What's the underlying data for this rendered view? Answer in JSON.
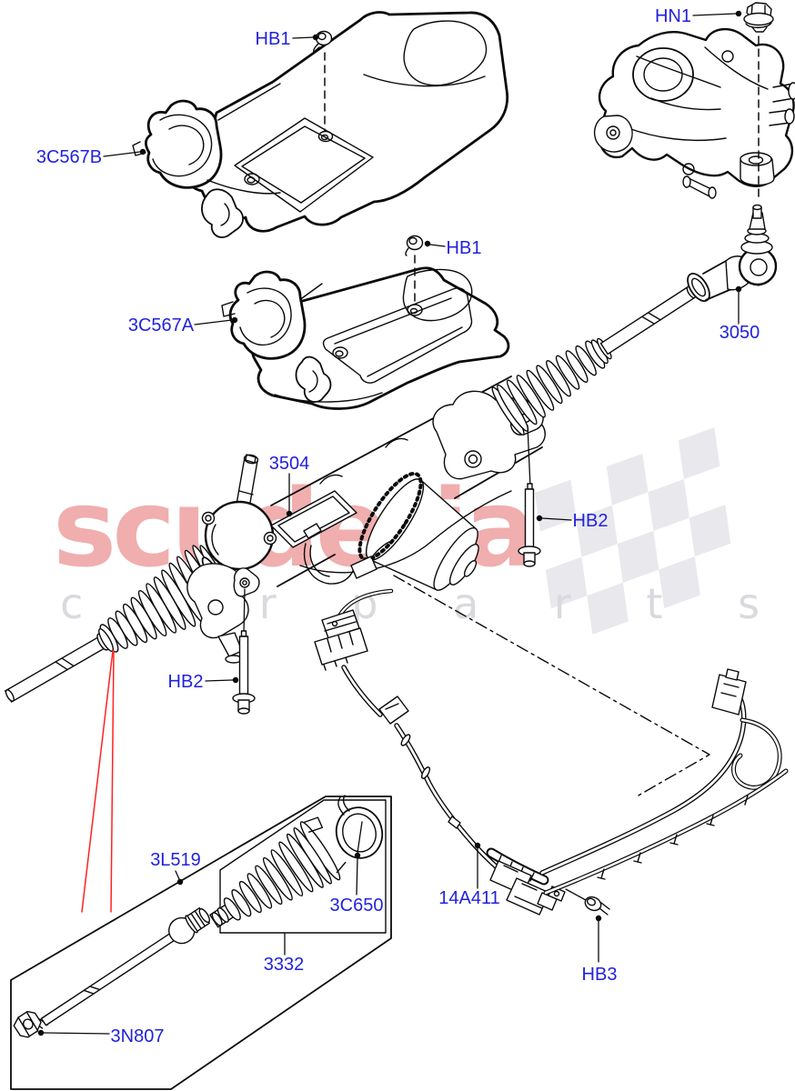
{
  "diagram": {
    "labels": {
      "hb1_top": "HB1",
      "hn1": "HN1",
      "shield_b": "3C567B",
      "hb1_mid": "HB1",
      "shield_a": "3C567A",
      "rod_end_3050": "3050",
      "gear_3504": "3504",
      "hb2_right": "HB2",
      "hb2_left": "HB2",
      "kit_3l519": "3L519",
      "clamp_3c650": "3C650",
      "boot_3332": "3332",
      "harness_14a411": "14A411",
      "hb3": "HB3",
      "nut_3n807": "3N807"
    },
    "label_color": "#2222dd",
    "line_color": "#0a0a0a",
    "reference_line_color": "#ff2222"
  },
  "watermark": {
    "brand": "scuderia",
    "tagline": "c a r p a r t s",
    "brand_color": "#f0aeae",
    "tagline_color": "#d9d9de",
    "flag_color": "#e8e8ed"
  }
}
